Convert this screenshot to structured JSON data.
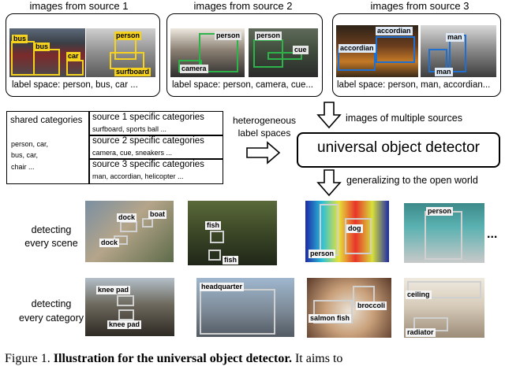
{
  "sources": [
    {
      "title": "images from source 1",
      "label_space": "label space: person, bus, car ...",
      "tags": [
        "bus",
        "bus",
        "car",
        "person",
        "surfboard"
      ]
    },
    {
      "title": "images from source 2",
      "label_space": "label space: person, camera, cue...",
      "tags": [
        "person",
        "camera",
        "person",
        "cue"
      ]
    },
    {
      "title": "images from source 3",
      "label_space": "label space: person, man, accordian...",
      "tags": [
        "accordian",
        "accordian",
        "man",
        "man"
      ]
    }
  ],
  "categories": {
    "shared_title": "shared categories",
    "shared_list": [
      "person, car,",
      "bus, car,",
      "chair ..."
    ],
    "specific": [
      {
        "title": "source 1 specific categories",
        "items": "surfboard, sports ball ..."
      },
      {
        "title": "source 2 specific categories",
        "items": "camera, cue, sneakers ..."
      },
      {
        "title": "source 3 specific categories",
        "items": "man, accordian, helicopter ..."
      }
    ]
  },
  "flow": {
    "hetero_label": [
      "heterogeneous",
      "label spaces"
    ],
    "multi_label": "images of multiple sources",
    "detector_label": "universal object detector",
    "open_world_label": "generalizing to the open world"
  },
  "rows": [
    {
      "label": [
        "detecting",
        "every scene"
      ],
      "tags": [
        "dock",
        "boat",
        "dock",
        "fish",
        "fish",
        "dog",
        "person",
        "person"
      ]
    },
    {
      "label": [
        "detecting",
        "every category"
      ],
      "tags": [
        "knee pad",
        "knee pad",
        "headquarter",
        "broccoli",
        "salmon fish",
        "ceiling",
        "radiator"
      ]
    }
  ],
  "ellipsis": "...",
  "caption": {
    "prefix": "Figure 1.",
    "bold": "Illustration for the universal object detector.",
    "rest": "It aims to"
  },
  "colors": {
    "yellow_box": "#f4d21f",
    "green_box": "#2db34a",
    "blue_box": "#1f6fd1",
    "gray_box": "#d0d0d0"
  }
}
